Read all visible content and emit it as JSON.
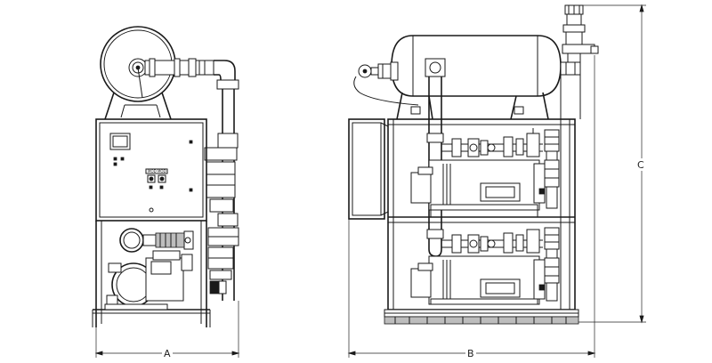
{
  "drawing": {
    "dimensions": {
      "width_side": "A",
      "width_front": "B",
      "height": "C"
    }
  },
  "colors": {
    "line": "#1a1a1a",
    "fill_dark": "#1a1a1a",
    "fill_grey": "#bdbdbd",
    "background": "#ffffff"
  }
}
